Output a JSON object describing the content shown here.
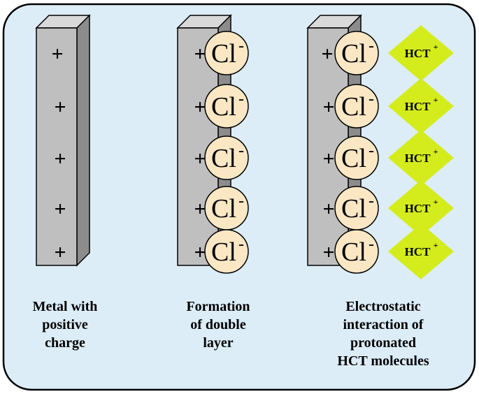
{
  "symbols": {
    "plus": "+",
    "chloride": "Cl",
    "chloride_charge": "-",
    "hct": "HCT",
    "hct_charge": "+"
  },
  "panels": [
    {
      "id": "metal",
      "caption_lines": [
        "Metal with",
        "positive",
        "charge"
      ],
      "charges": 5,
      "chloride_count": 0,
      "hct_count": 0
    },
    {
      "id": "double-layer",
      "caption_lines": [
        "Formation",
        "of double",
        "layer"
      ],
      "charges": 5,
      "chloride_count": 5,
      "hct_count": 0
    },
    {
      "id": "electrostatic",
      "caption_lines": [
        "Electrostatic",
        "interaction of",
        "protonated",
        "HCT molecules"
      ],
      "charges": 5,
      "chloride_count": 5,
      "hct_count": 5
    }
  ],
  "colors": {
    "background": "#dcedf8",
    "frame": "#000000",
    "plate_front": "#bfbfbf",
    "plate_side": "#8c8c8c",
    "plate_top": "#d9d9d9",
    "chloride_fill": "#fbe7c4",
    "hct_fill": "#d4ec1c"
  }
}
